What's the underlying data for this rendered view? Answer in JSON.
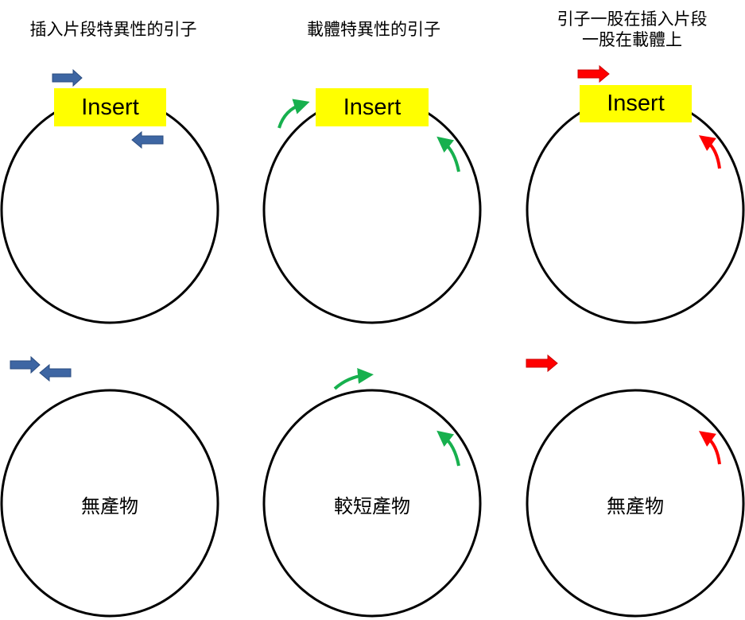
{
  "columns": [
    {
      "title": "插入片段特異性的引子"
    },
    {
      "title": "載體特異性的引子"
    },
    {
      "title_lines": [
        "引子一股在插入片段",
        "一股在載體上"
      ]
    }
  ],
  "insert_label": "Insert",
  "results": [
    "無產物",
    "較短產物",
    "無產物"
  ],
  "colors": {
    "insert_specific": "#3e66a3",
    "vector_specific": "#17b04e",
    "mixed": "#ff0000",
    "insert_box": "#ffff00",
    "circle": "#000000"
  }
}
